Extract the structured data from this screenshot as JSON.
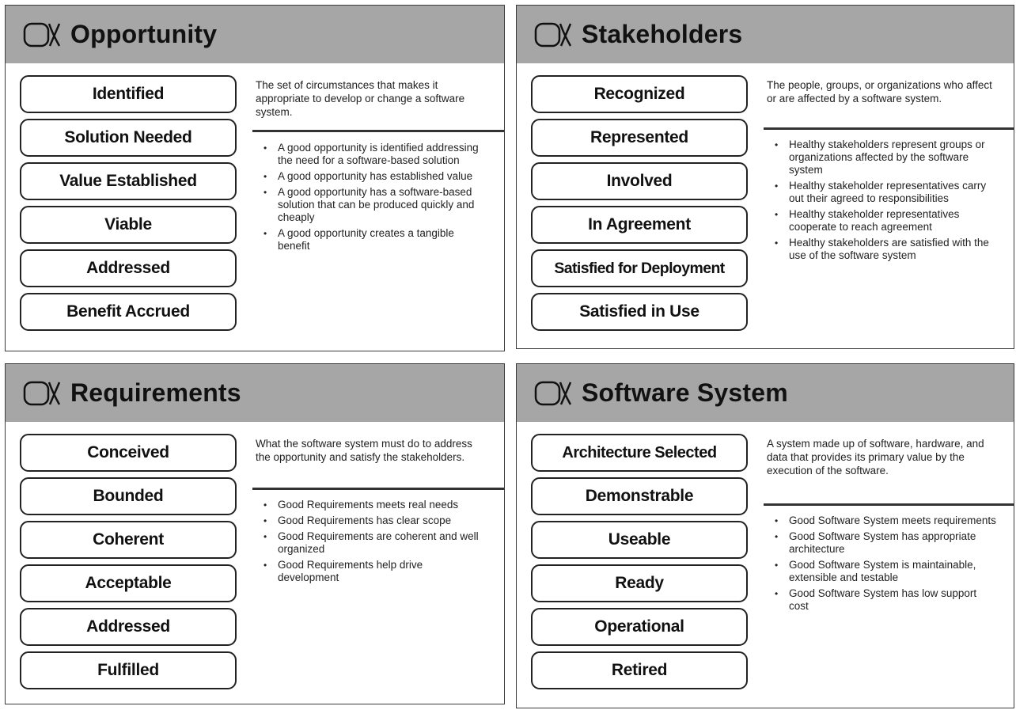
{
  "cards": [
    {
      "title": "Opportunity",
      "states": [
        "Identified",
        "Solution Needed",
        "Value Established",
        "Viable",
        "Addressed",
        "Benefit Accrued"
      ],
      "definition": "The set of circumstances that makes it appropriate to develop or change a software system.",
      "checklist": [
        "A good opportunity is identified addressing the need for a software-based solution",
        "A good opportunity has established value",
        "A good opportunity has a software-based solution that can be produced quickly and cheaply",
        "A good opportunity creates a tangible benefit"
      ]
    },
    {
      "title": "Stakeholders",
      "states": [
        "Recognized",
        "Represented",
        "Involved",
        "In Agreement",
        "Satisfied for Deployment",
        "Satisfied in Use"
      ],
      "definition": "The people, groups, or organizations who affect or are affected by a software system.",
      "checklist": [
        "Healthy stakeholders represent groups or organizations affected by the software system",
        "Healthy stakeholder representatives carry out their agreed to responsibilities",
        "Healthy stakeholder representatives cooperate to reach agreement",
        "Healthy stakeholders are satisfied with the use of the software system"
      ]
    },
    {
      "title": "Requirements",
      "states": [
        "Conceived",
        "Bounded",
        "Coherent",
        "Acceptable",
        "Addressed",
        "Fulfilled"
      ],
      "definition": "What the software system must do to address the opportunity and satisfy the stakeholders.",
      "checklist": [
        "Good Requirements meets real needs",
        "Good Requirements has clear scope",
        "Good Requirements are coherent and well organized",
        "Good Requirements help drive development"
      ]
    },
    {
      "title": "Software System",
      "states": [
        "Architecture Selected",
        "Demonstrable",
        "Useable",
        "Ready",
        "Operational",
        "Retired"
      ],
      "definition": "A system made up of software, hardware, and data that provides its primary value by the execution of the software.",
      "checklist": [
        "Good Software System meets requirements",
        "Good Software System has appropriate architecture",
        "Good Software System is maintainable, extensible and testable",
        "Good Software System has low support cost"
      ]
    }
  ]
}
